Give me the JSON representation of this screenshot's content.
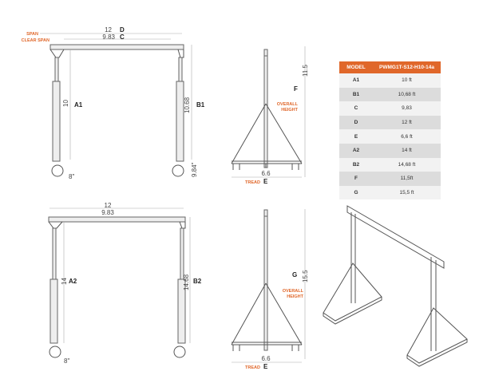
{
  "front_top": {
    "span_label": "SPAN",
    "clear_span_label": "CLEAR SPAN",
    "span_value": "12",
    "span_key": "D",
    "clear_value": "9.83",
    "clear_key": "C",
    "a_value": "10",
    "a_key": "A1",
    "b_value": "10.68",
    "b_key": "B1",
    "wheel_height": "9.84\"",
    "wheel_dia": "8\""
  },
  "side_top": {
    "height_value": "11.5",
    "height_key": "F",
    "overall_1": "OVERALL",
    "overall_2": "HEIGHT",
    "tread_value": "6.6",
    "tread_label": "TREAD",
    "tread_key": "E"
  },
  "front_bottom": {
    "span_value": "12",
    "clear_value": "9.83",
    "a_value": "14",
    "a_key": "A2",
    "b_value": "14.68",
    "b_key": "B2",
    "wheel_dia": "8\""
  },
  "side_bottom": {
    "height_value": "15.5",
    "height_key": "G",
    "overall_1": "OVERALL",
    "overall_2": "HEIGHT",
    "tread_value": "6.6",
    "tread_label": "TREAD",
    "tread_key": "E"
  },
  "spec_table": {
    "headers": [
      "MODEL",
      "PWMG1T-S12-H10-14a"
    ],
    "rows": [
      [
        "A1",
        "10 ft"
      ],
      [
        "B1",
        "10,68 ft"
      ],
      [
        "C",
        "9,83"
      ],
      [
        "D",
        "12 ft"
      ],
      [
        "E",
        "6,6 ft"
      ],
      [
        "A2",
        "14 ft"
      ],
      [
        "B2",
        "14,68 ft"
      ],
      [
        "F",
        "11,5ft"
      ],
      [
        "G",
        "15,5 ft"
      ]
    ]
  },
  "colors": {
    "accent": "#e0672a"
  }
}
